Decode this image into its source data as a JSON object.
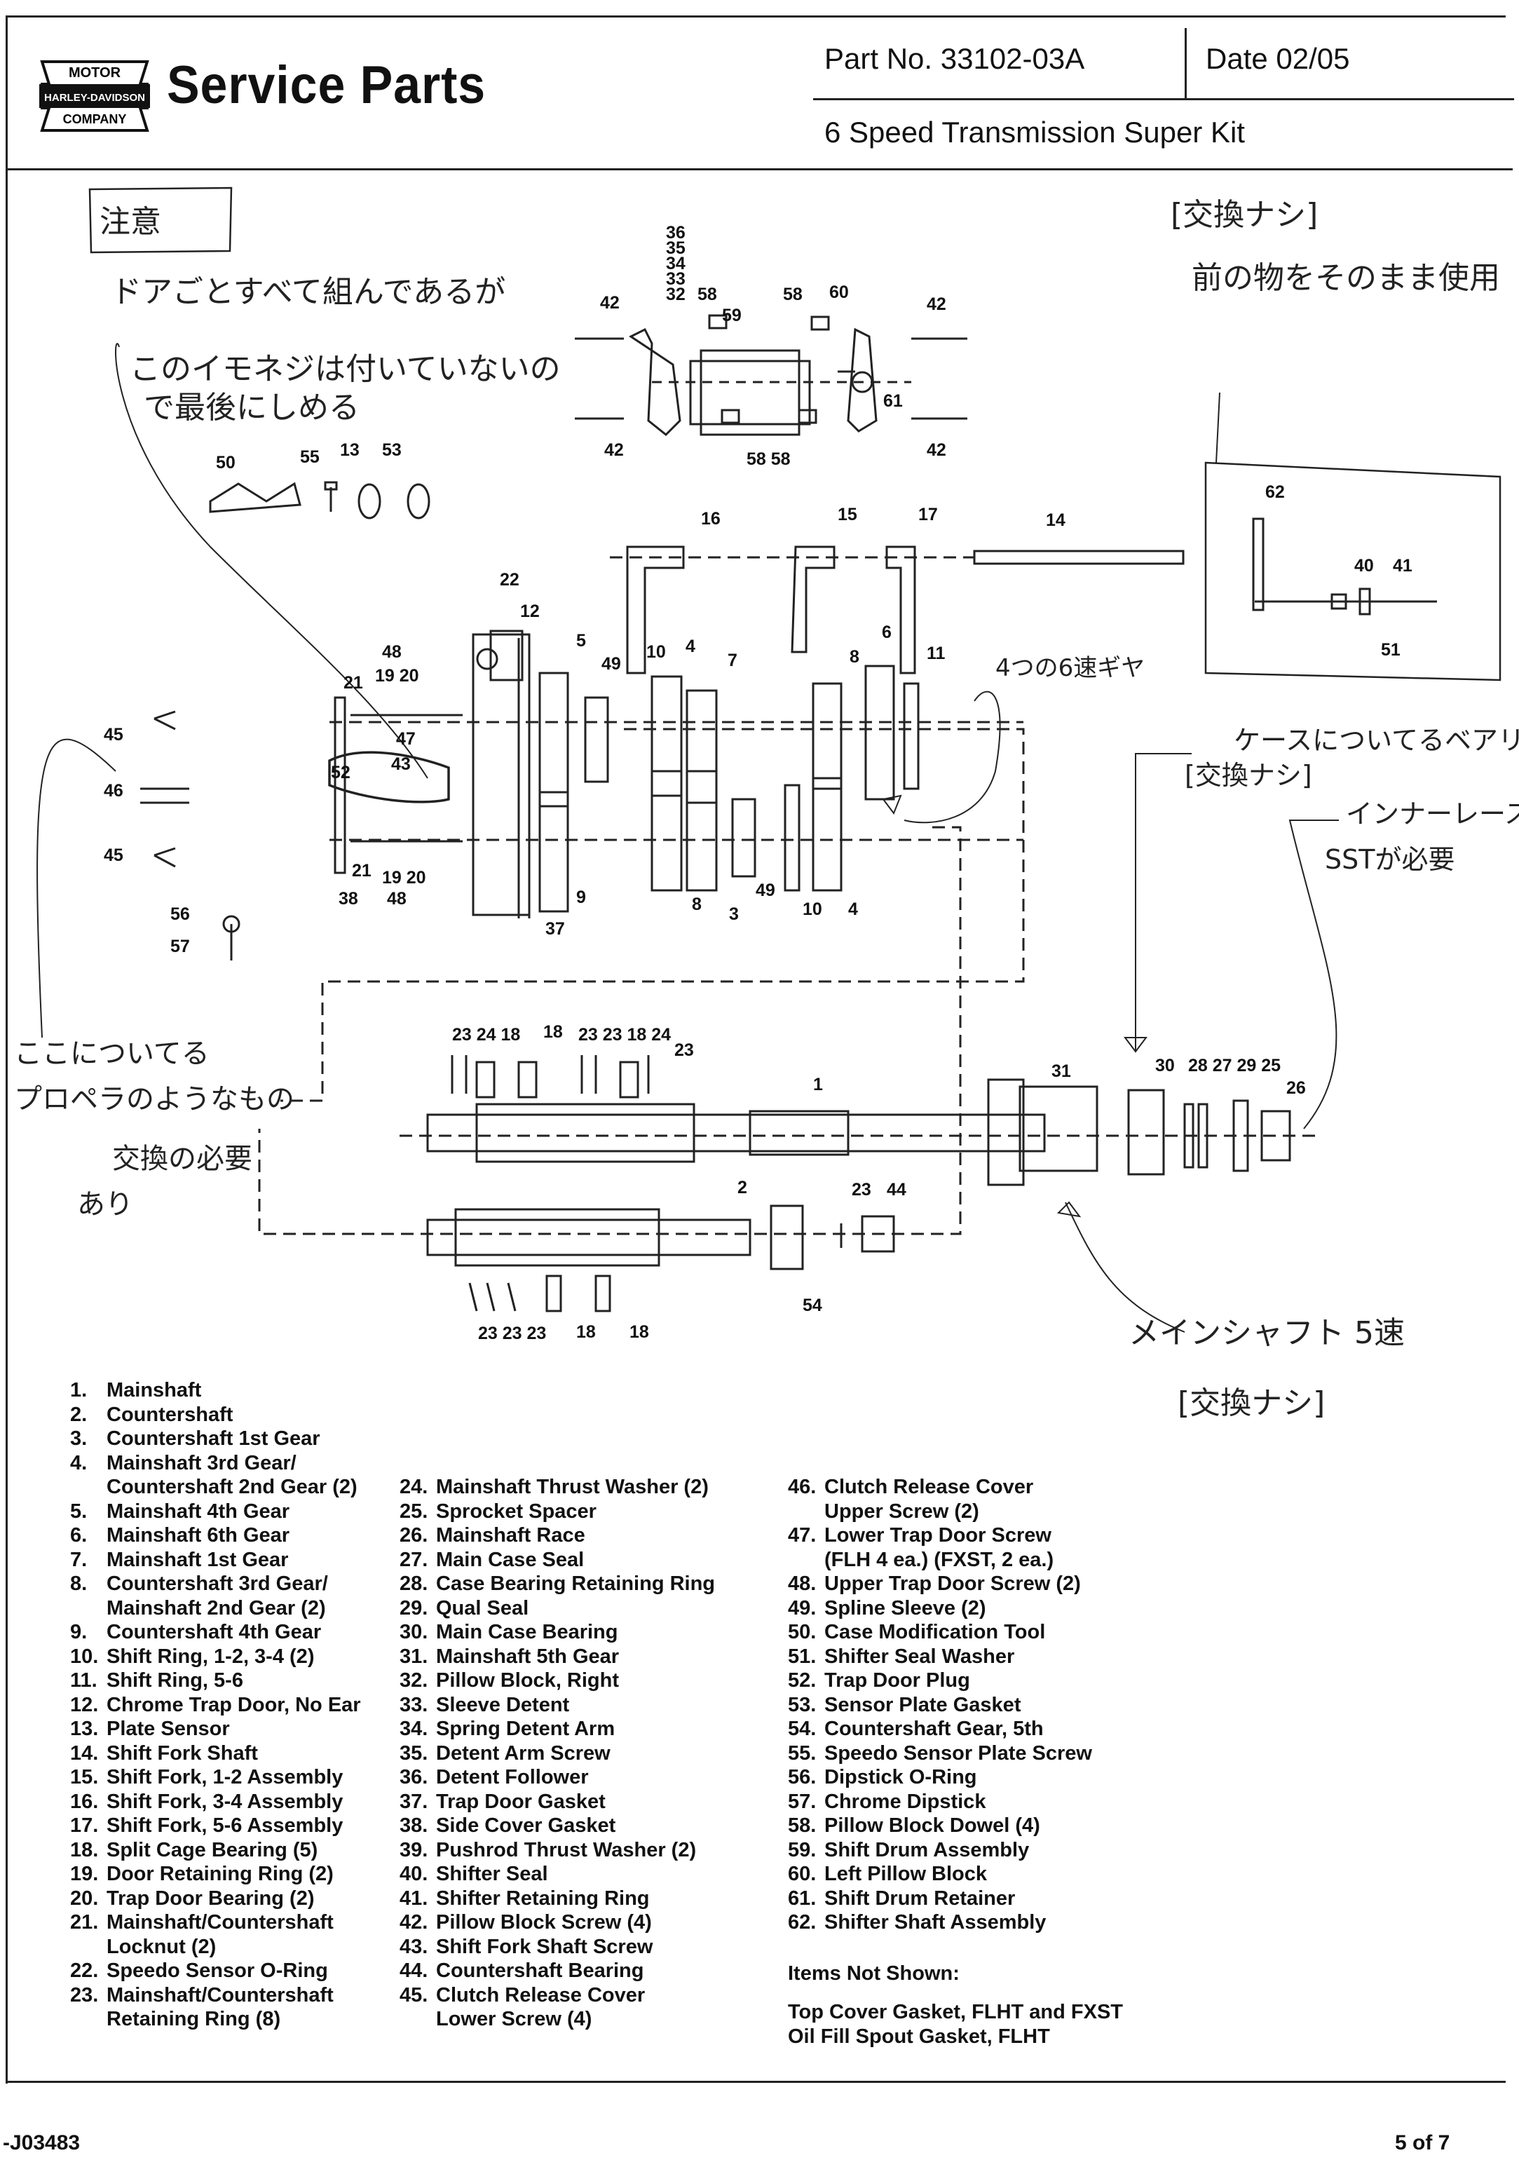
{
  "header": {
    "logo_text": [
      "MOTOR",
      "HARLEY-DAVIDSON",
      "COMPANY"
    ],
    "title": "Service Parts",
    "part_no": "Part No. 33102-03A",
    "date": "Date 02/05",
    "kit_title": "6 Speed Transmission Super Kit"
  },
  "handwritten_notes": {
    "attention": "注意",
    "note1": "ドアごとすべて組んであるが",
    "note2": "このイモネジは付いていないの",
    "note3": "で最後にしめる",
    "replace_none_1": "[交換ナシ]",
    "reuse": "前の物をそのまま使用",
    "fourth_sixth_gear": "4つの6速ギヤ",
    "case_bearing": "ケースについてるベアリ",
    "replace_none_2": "[交換ナシ]",
    "inner_race": "インナーレース",
    "sst_required": "SSTが必要",
    "here_attached": "ここについてる",
    "propeller_like": "プロペラのようなもの",
    "replace_required": "交換の必要",
    "yes": "あり",
    "mainshaft_5th": "メインシャフト 5速",
    "replace_none_3": "[交換ナシ]"
  },
  "callouts": {
    "c36": "36",
    "c35": "35",
    "c34": "34",
    "c33": "33",
    "c32": "32",
    "c58a": "58",
    "c58b": "58",
    "c60": "60",
    "c59": "59",
    "c42a": "42",
    "c42b": "42",
    "c42c": "42",
    "c42d": "42",
    "c61": "61",
    "c5858": "58 58",
    "c50": "50",
    "c55": "55",
    "c13": "13",
    "c53": "53",
    "c16": "16",
    "c15": "15",
    "c17": "17",
    "c14": "14",
    "c62": "62",
    "c40": "40",
    "c41": "41",
    "c51": "51",
    "c22": "22",
    "c12": "12",
    "c48a": "48",
    "c21a": "21",
    "c1920a": "19 20",
    "c5": "5",
    "c49a": "49",
    "c10a": "10",
    "c4a": "4",
    "c7": "7",
    "c8a": "8",
    "c6": "6",
    "c11": "11",
    "c45a": "45",
    "c46": "46",
    "c45b": "45",
    "c52": "52",
    "c43": "43",
    "c47": "47",
    "c21b": "21",
    "c1920b": "19 20",
    "c38": "38",
    "c48b": "48",
    "c9": "9",
    "c37": "37",
    "c8b": "8",
    "c3": "3",
    "c49b": "49",
    "c10b": "10",
    "c4b": "4",
    "c56": "56",
    "c57": "57",
    "c23g1": "23 24 18",
    "c18a": "18",
    "c23g2": "23 23 18 24",
    "c23r": "23",
    "c1": "1",
    "c31": "31",
    "c30": "30",
    "c28g": "28 27 29 25",
    "c26": "26",
    "c2": "2",
    "c23b": "23",
    "c44": "44",
    "c54": "54",
    "c232323": "23 23 23",
    "c18b": "18",
    "c18c": "18"
  },
  "legend": {
    "col1": [
      {
        "n": "1.",
        "t": "Mainshaft"
      },
      {
        "n": "2.",
        "t": "Countershaft"
      },
      {
        "n": "3.",
        "t": "Countershaft 1st Gear"
      },
      {
        "n": "4.",
        "t": "Mainshaft 3rd Gear/",
        "c": "Countershaft 2nd Gear (2)"
      },
      {
        "n": "5.",
        "t": "Mainshaft 4th Gear"
      },
      {
        "n": "6.",
        "t": "Mainshaft 6th Gear"
      },
      {
        "n": "7.",
        "t": "Mainshaft 1st Gear"
      },
      {
        "n": "8.",
        "t": "Countershaft 3rd Gear/",
        "c": "Mainshaft 2nd Gear (2)"
      },
      {
        "n": "9.",
        "t": "Countershaft 4th Gear"
      },
      {
        "n": "10.",
        "t": "Shift Ring, 1-2, 3-4 (2)"
      },
      {
        "n": "11.",
        "t": "Shift Ring, 5-6"
      },
      {
        "n": "12.",
        "t": "Chrome Trap Door, No Ear"
      },
      {
        "n": "13.",
        "t": "Plate Sensor"
      },
      {
        "n": "14.",
        "t": "Shift Fork Shaft"
      },
      {
        "n": "15.",
        "t": "Shift Fork, 1-2 Assembly"
      },
      {
        "n": "16.",
        "t": "Shift Fork, 3-4 Assembly"
      },
      {
        "n": "17.",
        "t": "Shift Fork, 5-6 Assembly"
      },
      {
        "n": "18.",
        "t": "Split Cage Bearing (5)"
      },
      {
        "n": "19.",
        "t": "Door Retaining Ring (2)"
      },
      {
        "n": "20.",
        "t": "Trap Door Bearing (2)"
      },
      {
        "n": "21.",
        "t": "Mainshaft/Countershaft",
        "c": "Locknut (2)"
      },
      {
        "n": "22.",
        "t": "Speedo Sensor O-Ring"
      },
      {
        "n": "23.",
        "t": "Mainshaft/Countershaft",
        "c": "Retaining Ring (8)"
      }
    ],
    "col2": [
      {
        "n": "24.",
        "t": "Mainshaft Thrust Washer (2)"
      },
      {
        "n": "25.",
        "t": "Sprocket Spacer"
      },
      {
        "n": "26.",
        "t": "Mainshaft Race"
      },
      {
        "n": "27.",
        "t": "Main Case Seal"
      },
      {
        "n": "28.",
        "t": "Case Bearing Retaining Ring"
      },
      {
        "n": "29.",
        "t": "Qual Seal"
      },
      {
        "n": "30.",
        "t": "Main Case Bearing"
      },
      {
        "n": "31.",
        "t": "Mainshaft 5th Gear"
      },
      {
        "n": "32.",
        "t": "Pillow Block, Right"
      },
      {
        "n": "33.",
        "t": "Sleeve Detent"
      },
      {
        "n": "34.",
        "t": "Spring Detent Arm"
      },
      {
        "n": "35.",
        "t": "Detent Arm Screw"
      },
      {
        "n": "36.",
        "t": "Detent Follower"
      },
      {
        "n": "37.",
        "t": "Trap Door Gasket"
      },
      {
        "n": "38.",
        "t": "Side Cover Gasket"
      },
      {
        "n": "39.",
        "t": "Pushrod Thrust Washer (2)"
      },
      {
        "n": "40.",
        "t": "Shifter Seal"
      },
      {
        "n": "41.",
        "t": "Shifter Retaining Ring"
      },
      {
        "n": "42.",
        "t": "Pillow Block Screw (4)"
      },
      {
        "n": "43.",
        "t": "Shift Fork Shaft Screw"
      },
      {
        "n": "44.",
        "t": "Countershaft Bearing"
      },
      {
        "n": "45.",
        "t": "Clutch Release Cover",
        "c": "Lower Screw (4)"
      }
    ],
    "col3": [
      {
        "n": "46.",
        "t": "Clutch Release Cover",
        "c": "Upper Screw (2)"
      },
      {
        "n": "47.",
        "t": "Lower Trap Door Screw",
        "c": "(FLH 4 ea.) (FXST, 2 ea.)"
      },
      {
        "n": "48.",
        "t": "Upper Trap Door Screw (2)"
      },
      {
        "n": "49.",
        "t": "Spline Sleeve (2)"
      },
      {
        "n": "50.",
        "t": "Case Modification Tool"
      },
      {
        "n": "51.",
        "t": "Shifter Seal Washer"
      },
      {
        "n": "52.",
        "t": "Trap Door Plug"
      },
      {
        "n": "53.",
        "t": "Sensor Plate Gasket"
      },
      {
        "n": "54.",
        "t": "Countershaft Gear, 5th"
      },
      {
        "n": "55.",
        "t": "Speedo Sensor Plate Screw"
      },
      {
        "n": "56.",
        "t": "Dipstick O-Ring"
      },
      {
        "n": "57.",
        "t": "Chrome Dipstick"
      },
      {
        "n": "58.",
        "t": "Pillow Block Dowel (4)"
      },
      {
        "n": "59.",
        "t": "Shift Drum Assembly"
      },
      {
        "n": "60.",
        "t": "Left Pillow Block"
      },
      {
        "n": "61.",
        "t": "Shift Drum Retainer"
      },
      {
        "n": "62.",
        "t": "Shifter Shaft Assembly"
      }
    ]
  },
  "items_not_shown": {
    "heading": "Items Not Shown:",
    "lines": [
      "Top Cover Gasket, FLHT and FXST",
      "Oil Fill Spout Gasket, FLHT"
    ]
  },
  "footer": {
    "doc_id": "-J03483",
    "page": "5 of 7"
  }
}
